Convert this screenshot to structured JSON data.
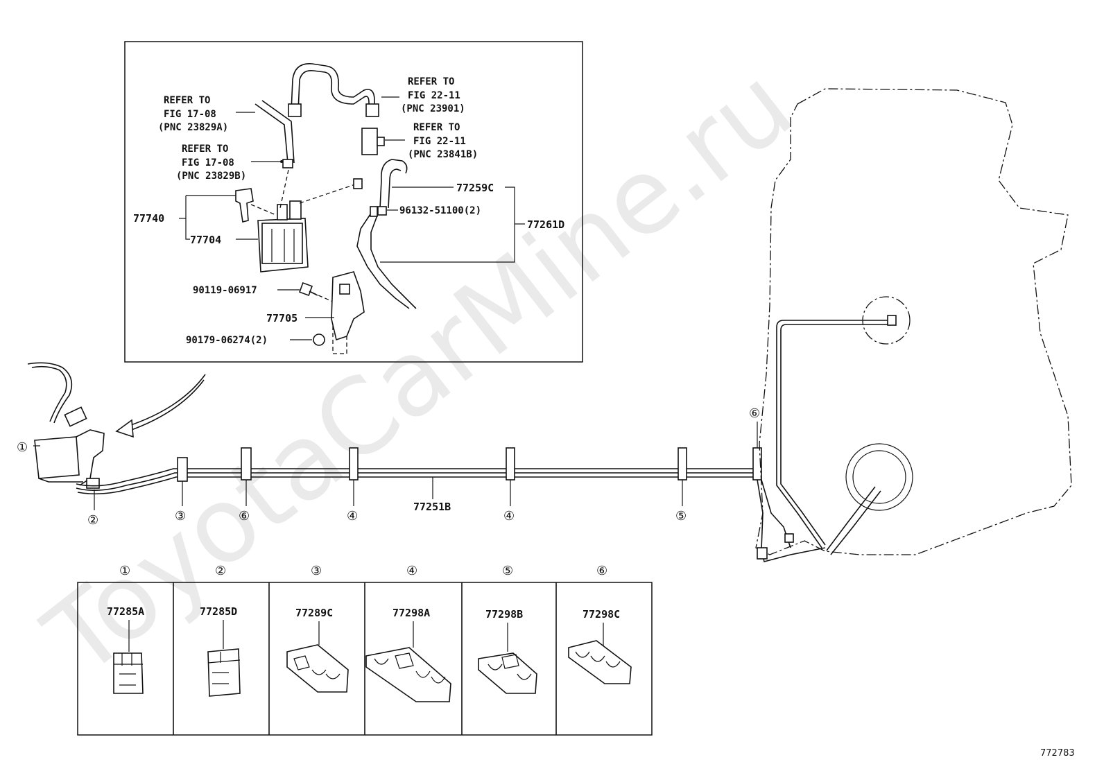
{
  "watermark": "ToyotaCarMine.ru",
  "figure_code": "772783",
  "inset": {
    "refs": [
      {
        "line1": "REFER TO",
        "line2": "FIG 17-08",
        "line3": "(PNC 23829A)"
      },
      {
        "line1": "REFER TO",
        "line2": "FIG 17-08",
        "line3": "(PNC 23829B)"
      },
      {
        "line1": "REFER TO",
        "line2": "FIG 22-11",
        "line3": "(PNC 23901)"
      },
      {
        "line1": "REFER TO",
        "line2": "FIG 22-11",
        "line3": "(PNC 23841B)"
      }
    ],
    "parts": {
      "p77740": "77740",
      "p77704": "77704",
      "p90119": "90119-06917",
      "p77705": "77705",
      "p90179": "90179-06274(2)",
      "p77259c": "77259C",
      "p96132": "96132-51100(2)",
      "p77261d": "77261D"
    }
  },
  "main": {
    "tube_label": "77251B",
    "callouts": [
      "①",
      "②",
      "③",
      "⑥",
      "④",
      "④",
      "⑤",
      "⑥"
    ]
  },
  "clamp_table": [
    {
      "num": "①",
      "part": "77285A"
    },
    {
      "num": "②",
      "part": "77285D"
    },
    {
      "num": "③",
      "part": "77289C"
    },
    {
      "num": "④",
      "part": "77298A"
    },
    {
      "num": "⑤",
      "part": "77298B"
    },
    {
      "num": "⑥",
      "part": "77298C"
    }
  ]
}
